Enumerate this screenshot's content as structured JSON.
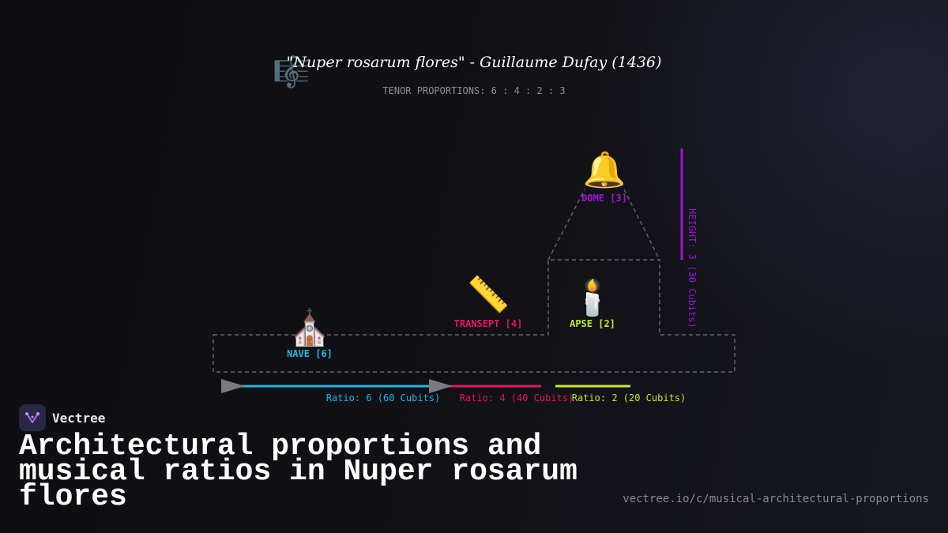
{
  "colors": {
    "background": "#101015",
    "nave": "#1fb7e6",
    "transept": "#e0185a",
    "apse": "#c6e82a",
    "dome": "#9b16d8",
    "outline": "#6a6a72",
    "arrow": "#7a7a80",
    "muted": "#8e8e96"
  },
  "diagram": {
    "title": "\"Nuper rosarum flores\" - Guillaume Dufay (1436)",
    "subtitle": "TENOR PROPORTIONS: 6 : 4 : 2 : 3",
    "title_icon": "🎼",
    "sections": [
      {
        "key": "nave",
        "label": "NAVE [6]",
        "icon": "⛪",
        "icon_name": "church-icon",
        "ratio": 6,
        "cubits": 60,
        "ratio_label": "Ratio: 6 (60 Cubits)"
      },
      {
        "key": "transept",
        "label": "TRANSEPT [4]",
        "icon": "📏",
        "icon_name": "ruler-icon",
        "ratio": 4,
        "cubits": 40,
        "ratio_label": "Ratio: 4 (40 Cubits)"
      },
      {
        "key": "apse",
        "label": "APSE [2]",
        "icon": "🕯️",
        "icon_name": "candle-icon",
        "ratio": 2,
        "cubits": 20,
        "ratio_label": "Ratio: 2 (20 Cubits)"
      },
      {
        "key": "dome",
        "label": "DOME [3]",
        "icon": "🔔",
        "icon_name": "bell-icon",
        "ratio": 3,
        "cubits": 30,
        "ratio_label": "HEIGHT: 3 (30 Cubits)"
      }
    ]
  },
  "brand": {
    "name": "Vectree"
  },
  "headline": "Architectural proportions and musical ratios in Nuper rosarum flores",
  "url": "vectree.io/c/musical-architectural-proportions"
}
